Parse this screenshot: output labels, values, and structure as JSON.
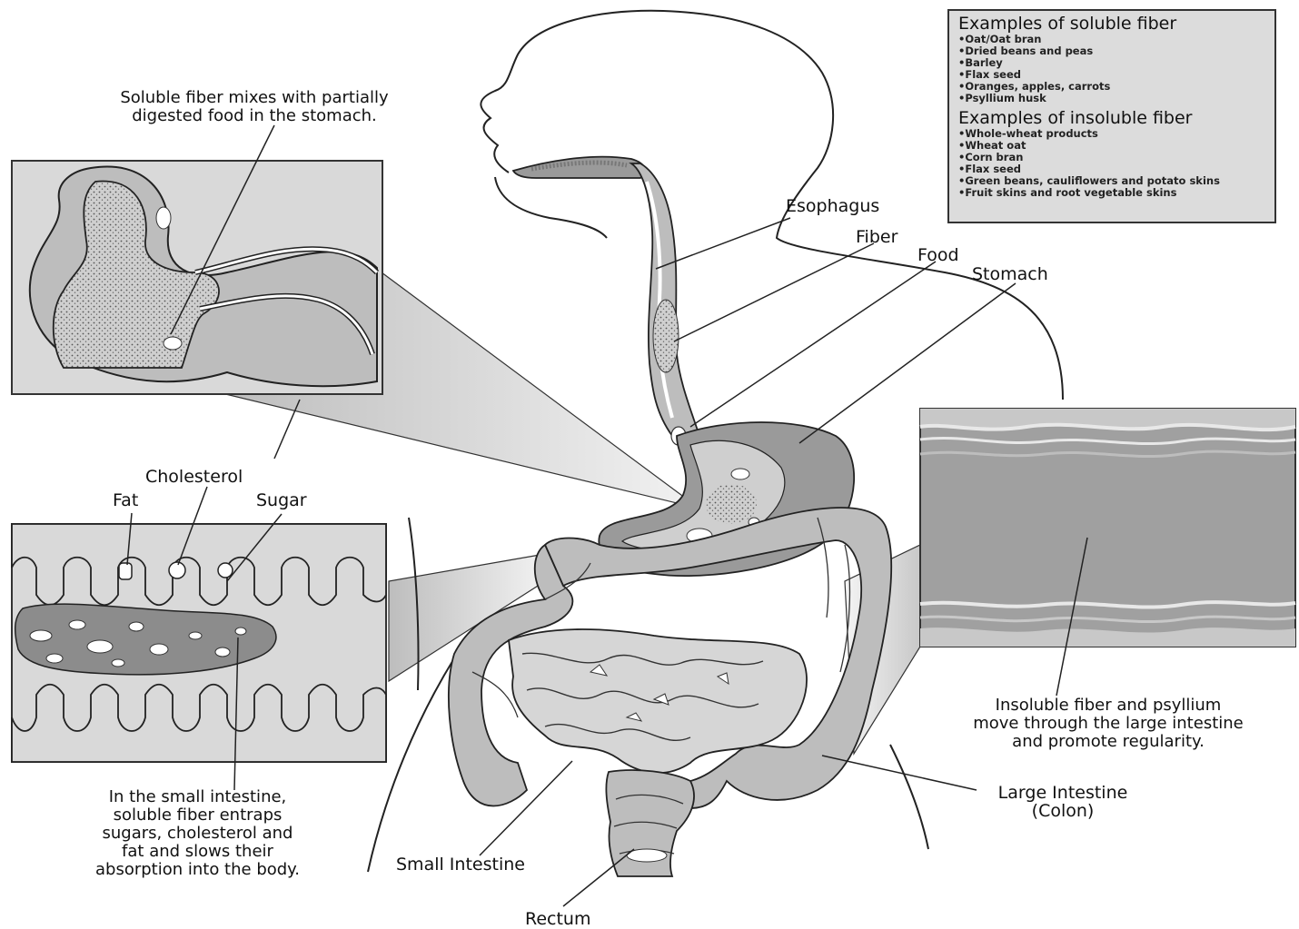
{
  "legend": {
    "soluble_title": "Examples of soluble fiber",
    "soluble_items": [
      "Oat/Oat bran",
      "Dried beans and peas",
      "Barley",
      "Flax seed",
      "Oranges, apples, carrots",
      "Psyllium husk"
    ],
    "insoluble_title": "Examples of insoluble fiber",
    "insoluble_items": [
      "Whole-wheat products",
      "Wheat oat",
      "Corn bran",
      "Flax seed",
      "Green beans, cauliflowers and potato skins",
      "Fruit skins and root vegetable skins"
    ]
  },
  "captions": {
    "stomach_inset": [
      "Soluble fiber mixes with partially",
      "digested food in the stomach."
    ],
    "small_intestine_inset": [
      "In the small intestine,",
      "soluble fiber entraps",
      "sugars, cholesterol and",
      "fat and slows their",
      "absorption into the body."
    ],
    "large_intestine_inset": [
      "Insoluble fiber and psyllium",
      "move through the large intestine",
      "and promote regularity."
    ]
  },
  "labels": {
    "esophagus": "Esophagus",
    "fiber": "Fiber",
    "food": "Food",
    "stomach": "Stomach",
    "cholesterol": "Cholesterol",
    "fat": "Fat",
    "sugar": "Sugar",
    "small_intestine": "Small Intestine",
    "rectum": "Rectum",
    "large_intestine": [
      "Large Intestine",
      "(Colon)"
    ]
  },
  "colors": {
    "panel_fill": "#d9d9d9",
    "organ_fill": "#bdbdbd",
    "organ_dark": "#9a9a9a",
    "outline": "#222222",
    "background": "#ffffff"
  }
}
